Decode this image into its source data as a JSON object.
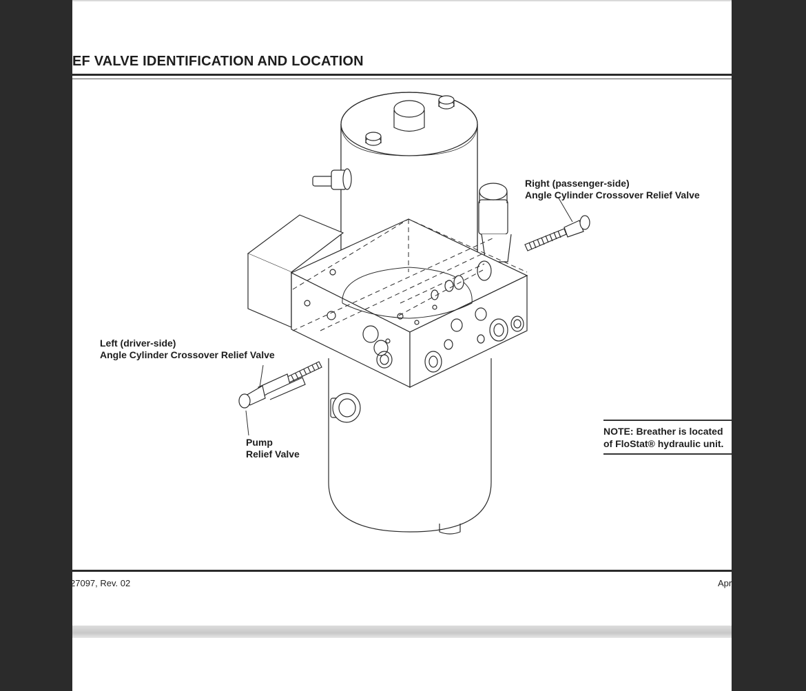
{
  "page": {
    "title": "EF VALVE IDENTIFICATION AND LOCATION",
    "callouts": {
      "right_line1": "Right (passenger-side)",
      "right_line2": "Angle Cylinder Crossover Relief Valve",
      "left_line1": "Left (driver-side)",
      "left_line2": "Angle Cylinder Crossover Relief Valve",
      "pump_line1": "Pump",
      "pump_line2": "Relief Valve"
    },
    "note": {
      "line1": "NOTE: Breather is located",
      "line2": "of FloStat® hydraulic unit."
    },
    "footer": {
      "doc_number": "27097, Rev. 02",
      "date_fragment": "Apr"
    }
  },
  "colors": {
    "background": "#2b2b2b",
    "page": "#ffffff",
    "ink": "#1d1d1d"
  }
}
